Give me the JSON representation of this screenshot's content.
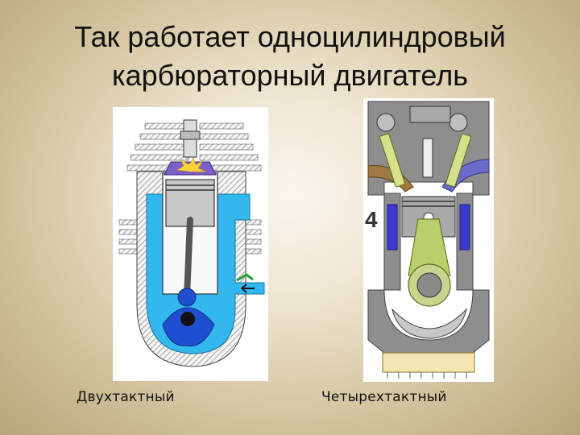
{
  "title": {
    "line1": "Так работает одноцилиндровый",
    "line2": "карбюраторный двигатель"
  },
  "diagrams": [
    {
      "caption": "Двухтактный",
      "stroke_label": ""
    },
    {
      "caption": "Четырехтактный",
      "stroke_label": "4"
    }
  ],
  "colors": {
    "coolant_blue": "#33b8ee",
    "piston_gray": "#c8c8c8",
    "combustion_purple": "#7d5fc6",
    "rod_green": "#b8cf6a",
    "oil_cream": "#f2e7b0",
    "intake_brown": "#a07a42"
  }
}
